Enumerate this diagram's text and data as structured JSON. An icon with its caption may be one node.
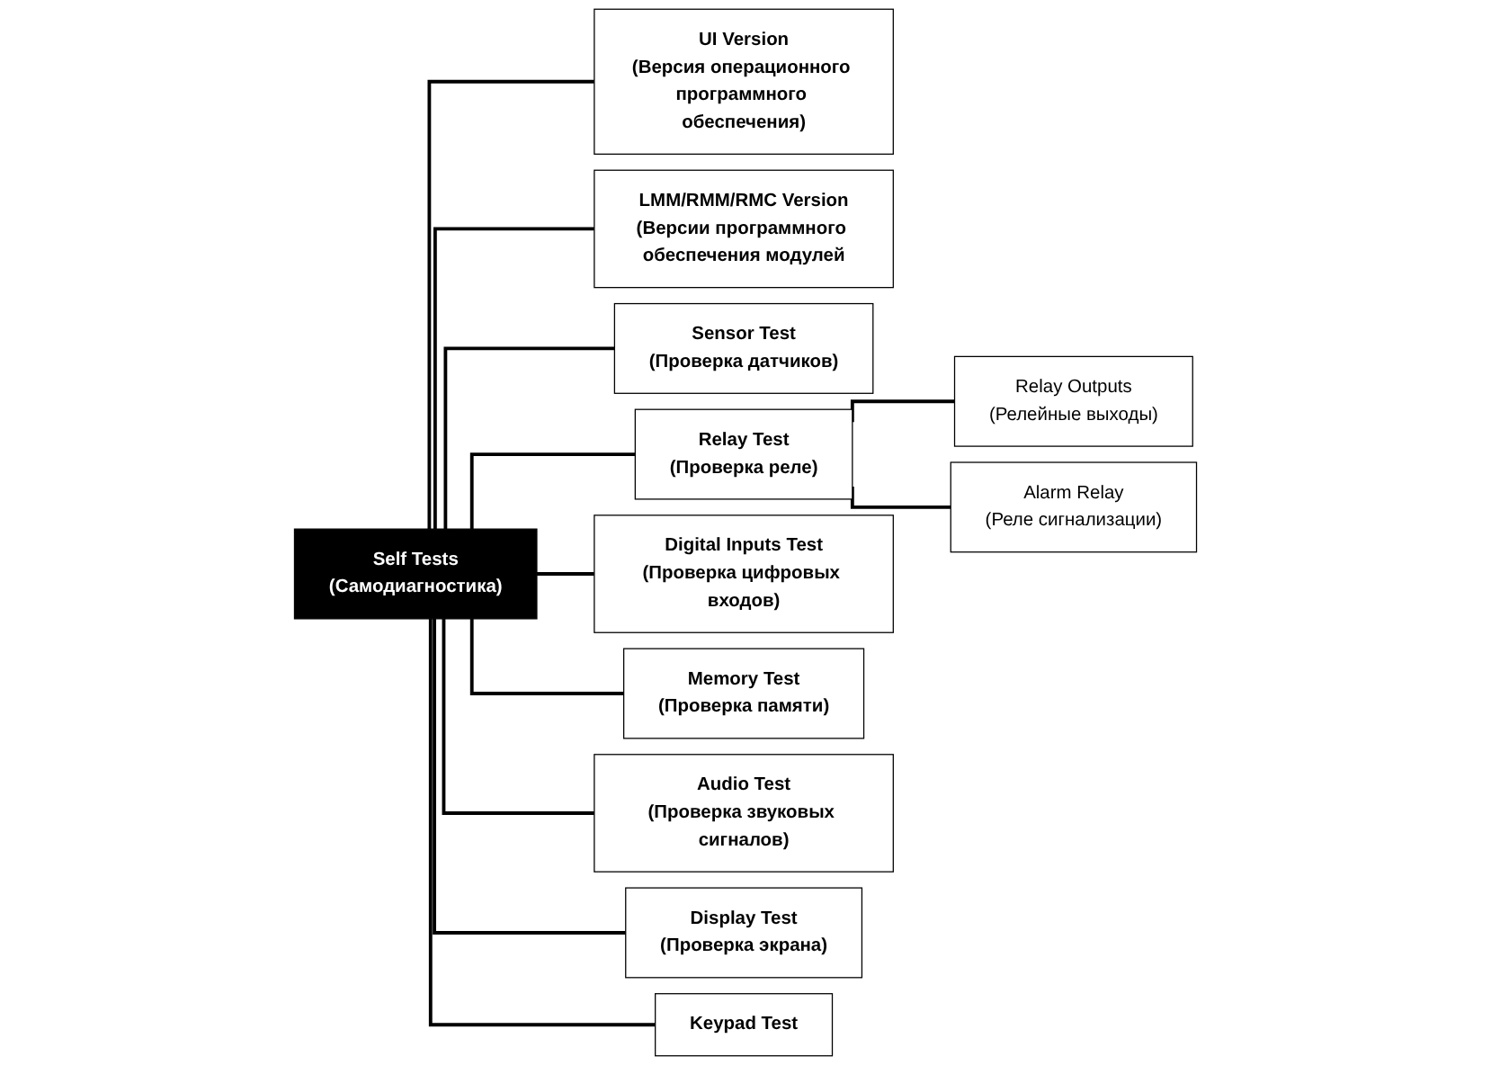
{
  "diagram": {
    "nodes": [
      {
        "text": [
          "Self Tests",
          "(Самодиагностика)"
        ]
      },
      {
        "text": [
          "UI Version",
          "(Версия операционного программного обеспечения)"
        ]
      },
      {
        "text": [
          "LMM/RMM/RMC Version",
          "(Версии программного обеспечения модулей"
        ]
      },
      {
        "text": [
          "Sensor Test",
          "(Проверка датчиков)"
        ]
      },
      {
        "text": [
          "Relay Test",
          "(Проверка реле)"
        ]
      },
      {
        "text": [
          "Relay Outputs",
          "(Релейные выходы)"
        ]
      },
      {
        "text": [
          "Alarm Relay",
          "(Реле сигнализации)"
        ]
      },
      {
        "text": [
          "Digital Inputs Test",
          "(Проверка цифровых входов)"
        ]
      },
      {
        "text": [
          "Memory Test",
          "(Проверка памяти)"
        ]
      },
      {
        "text": [
          "Audio Test",
          "(Проверка звуковых сигналов)"
        ]
      },
      {
        "text": [
          "Display Test",
          "(Проверка экрана)"
        ]
      },
      {
        "text": [
          "Keypad Test"
        ]
      }
    ],
    "edges": [
      {
        "from": 0,
        "to": 1,
        "arrow": "none"
      },
      {
        "from": 0,
        "to": 2,
        "arrow": "none"
      },
      {
        "from": 0,
        "to": 3,
        "arrow": "none"
      },
      {
        "from": 0,
        "to": 4,
        "arrow": "none"
      },
      {
        "from": 4,
        "to": 5,
        "arrow": "none"
      },
      {
        "from": 4,
        "to": 6,
        "arrow": "none"
      },
      {
        "from": 0,
        "to": 7,
        "arrow": "none"
      },
      {
        "from": 0,
        "to": 8,
        "arrow": "none"
      },
      {
        "from": 0,
        "to": 9,
        "arrow": "none"
      },
      {
        "from": 0,
        "to": 10,
        "arrow": "none"
      },
      {
        "from": 0,
        "to": 11,
        "arrow": "none"
      }
    ]
  }
}
